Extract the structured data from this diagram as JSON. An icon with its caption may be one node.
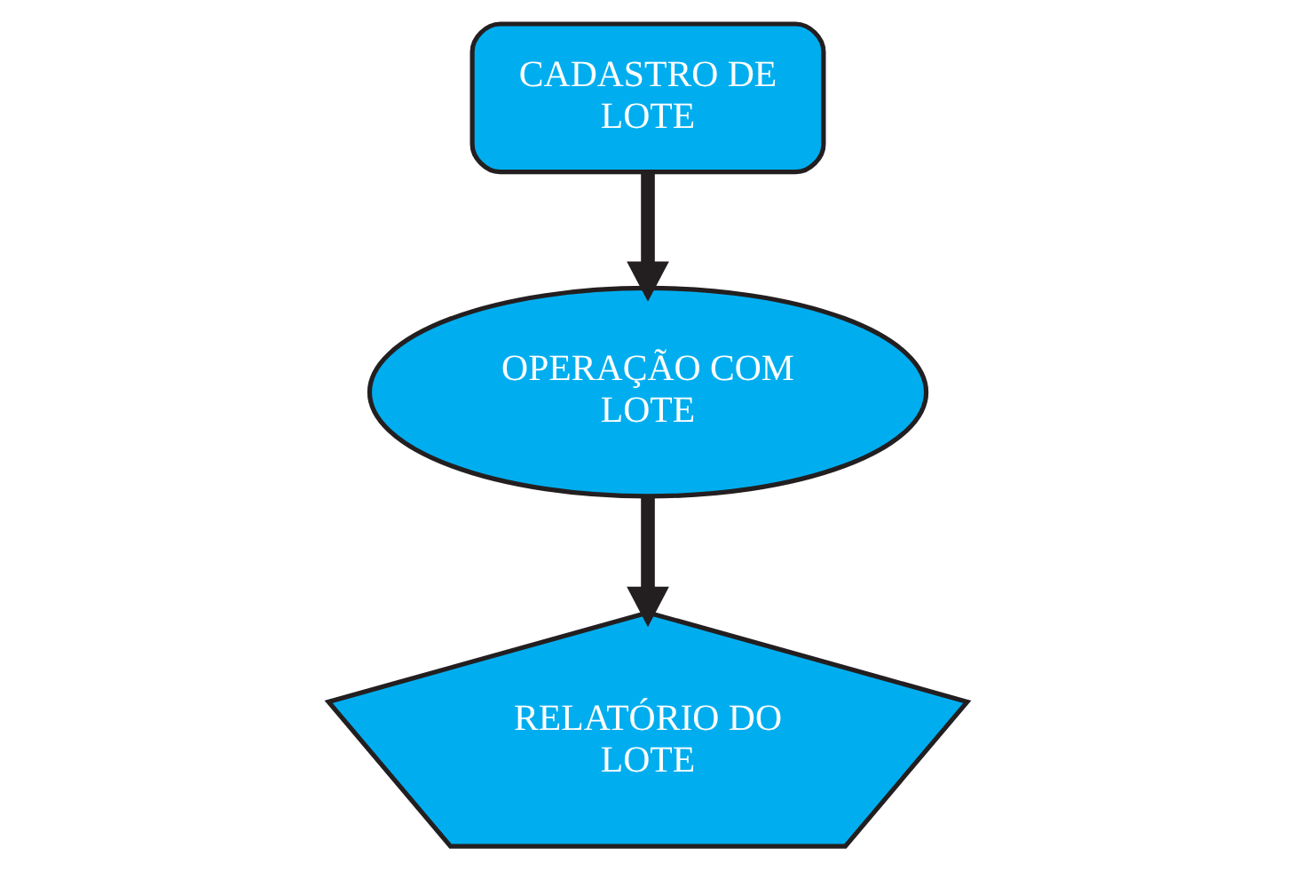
{
  "diagram": {
    "nodes": [
      {
        "text": [
          "CADASTRO DE LOTE"
        ]
      },
      {
        "text": [
          "OPERAÇÃO COM LOTE"
        ]
      },
      {
        "text": [
          "RELATÓRIO DO LOTE"
        ]
      }
    ],
    "edges": [
      {
        "from": 0,
        "to": 1,
        "arrow": "to"
      },
      {
        "from": 1,
        "to": 2,
        "arrow": "to"
      }
    ]
  }
}
